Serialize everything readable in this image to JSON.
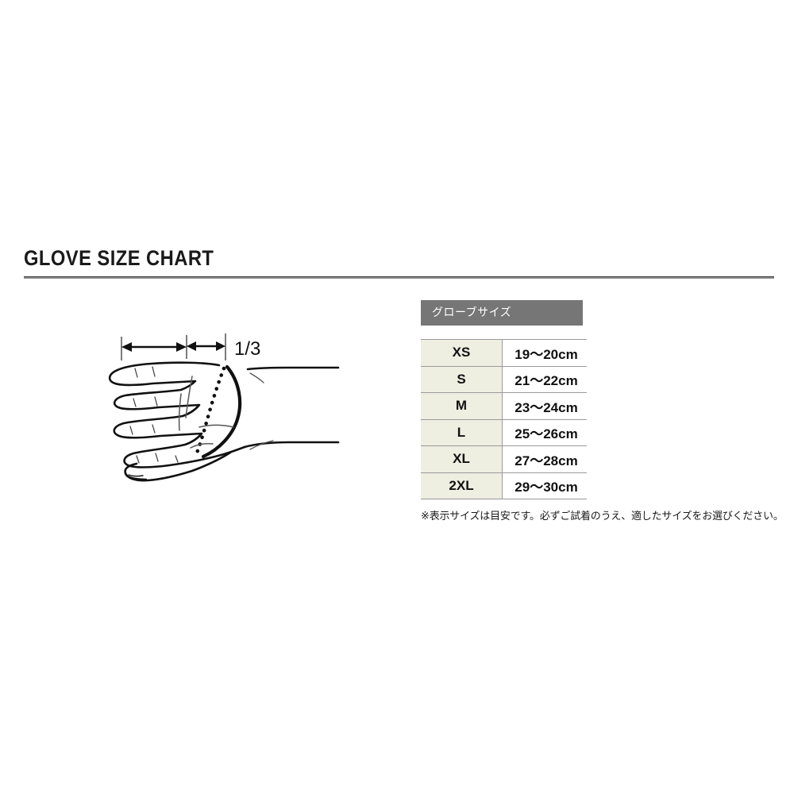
{
  "page": {
    "title": "GLOVE SIZE CHART",
    "background_color": "#ffffff"
  },
  "diagram": {
    "name": "hand-measurement-diagram",
    "fraction_label": "1/3",
    "description": "line drawing of a hand in profile with a dotted measurement line around the palm and dimension arrows above"
  },
  "table": {
    "header_label": "グローブサイズ",
    "header_bg": "#767676",
    "size_column_bg": "#eeeee1",
    "range_column_bg": "#ffffff",
    "border_color": "#9a9a9a",
    "rows": [
      {
        "size": "XS",
        "range": "19〜20cm"
      },
      {
        "size": "S",
        "range": "21〜22cm"
      },
      {
        "size": "M",
        "range": "23〜24cm"
      },
      {
        "size": "L",
        "range": "25〜26cm"
      },
      {
        "size": "XL",
        "range": "27〜28cm"
      },
      {
        "size": "2XL",
        "range": "29〜30cm"
      }
    ],
    "note": "※表示サイズは目安です。必ずご試着のうえ、適したサイズをお選びください。"
  }
}
